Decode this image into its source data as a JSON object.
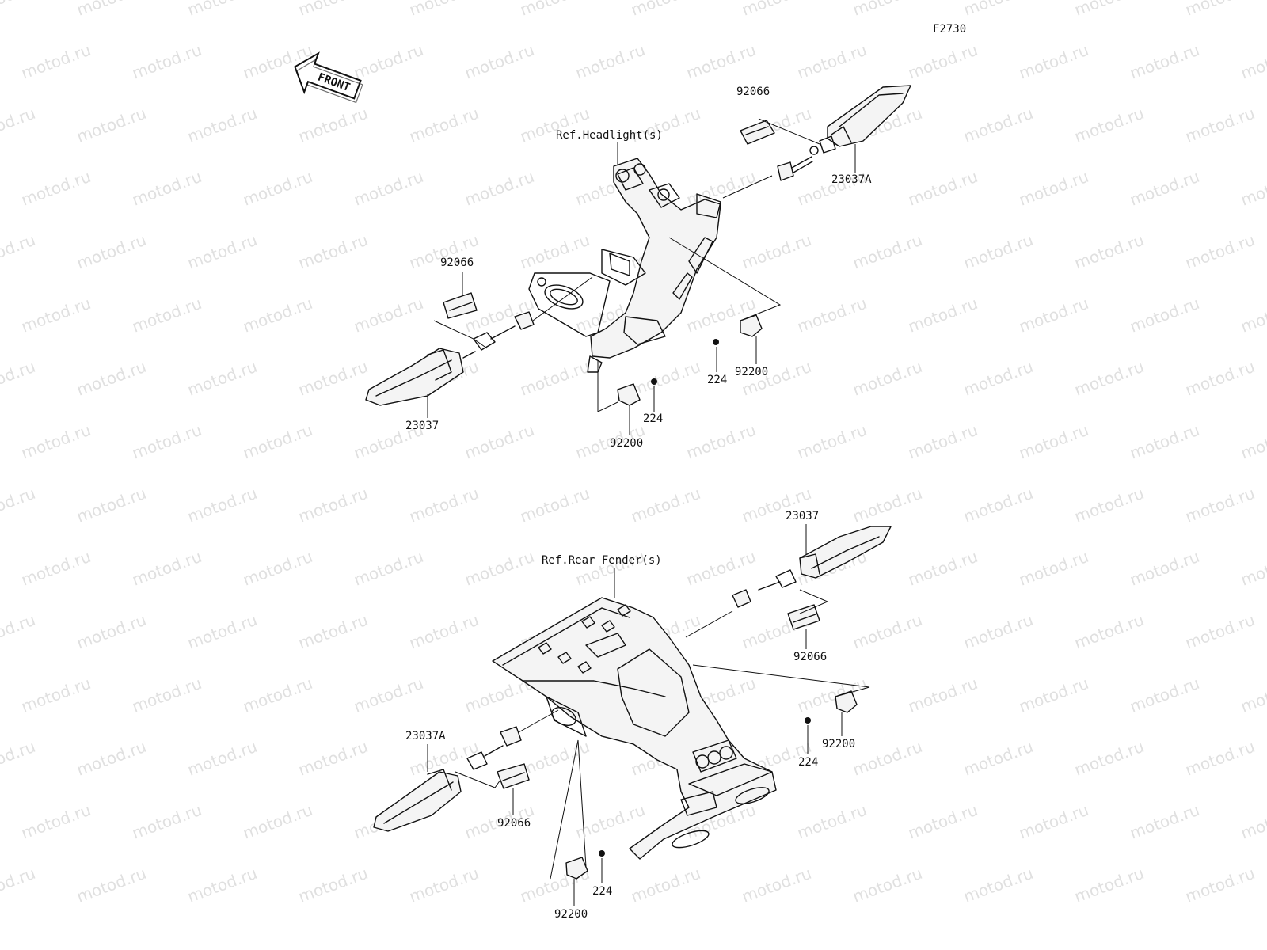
{
  "figure_code": "F2730",
  "front_arrow_text": "FRONT",
  "watermark_text": "motod.ru",
  "references": {
    "headlight": "Ref.Headlight(s)",
    "rear_fender": "Ref.Rear Fender(s)"
  },
  "labels": {
    "p92066_front_right": "92066",
    "p23037A_front": "23037A",
    "p92066_front_left": "92066",
    "p23037_front": "23037",
    "p224_front_right": "224",
    "p92200_front_right": "92200",
    "p224_front_left": "224",
    "p92200_front_left": "92200",
    "p23037_rear": "23037",
    "p92066_rear_right": "92066",
    "p224_rear_right": "224",
    "p92200_rear_right": "92200",
    "p23037A_rear": "23037A",
    "p92066_rear_left": "92066",
    "p224_rear_bottom": "224",
    "p92200_rear_bottom": "92200"
  }
}
